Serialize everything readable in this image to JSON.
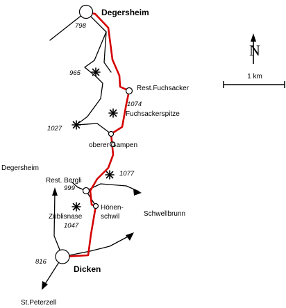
{
  "places": {
    "degersheim_top": "Degersheim",
    "alt_198": "798",
    "alt_965": "965",
    "rest_fuchsacker": "Rest.Fuchsacker",
    "alt_1074": "1074",
    "fuchsackerspitze": "Fuchsackerspitze",
    "alt_1027": "1027",
    "oberer_gampen": "oberer Gampen",
    "alt_1077": "1077",
    "degersheim_left": "Degersheim",
    "rest_bergli": "Rest. Bergli",
    "alt_999": "999",
    "hoenen_line1": "Hönen-",
    "hoenen_line2": "schwil",
    "schwellbrunn": "Schwellbrunn",
    "zueblisnase": "Züblisnase",
    "alt_1047": "1047",
    "alt_816": "816",
    "dicken": "Dicken",
    "st_peterzell": "St.Peterzell"
  },
  "compass": {
    "label": "N"
  },
  "scale": {
    "label": "1 km"
  },
  "colors": {
    "route": "#d40000",
    "paths": "#000000",
    "background": "#ffffff"
  }
}
